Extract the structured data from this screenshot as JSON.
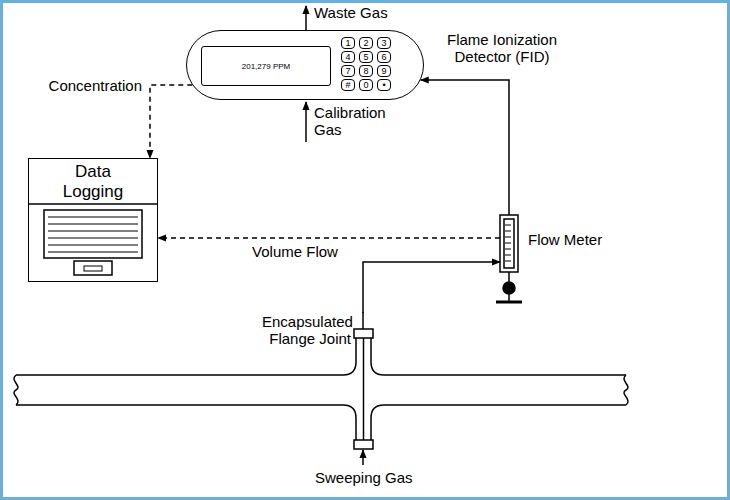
{
  "diagram": {
    "nodes": [
      {
        "text": [
          "201,279 PPM",
          "Flame Ionization Detector (FID)",
          "1",
          "2",
          "3",
          "4",
          "5",
          "6",
          "7",
          "8",
          "9",
          "#",
          "0",
          "•"
        ]
      },
      {
        "text": [
          "Data Logging"
        ]
      },
      {
        "text": [
          "Flow Meter"
        ]
      },
      {
        "text": [
          "Encapsulated Flange Joint"
        ]
      }
    ],
    "edges": [
      {
        "from": 0,
        "to": 1,
        "label": "Concentration",
        "arrow": "to"
      },
      {
        "from": 2,
        "to": 1,
        "label": "Volume Flow",
        "arrow": "to"
      },
      {
        "from": 3,
        "to": 2,
        "arrow": "to"
      },
      {
        "from": 2,
        "to": 0,
        "arrow": "to"
      }
    ],
    "labels": [
      "Waste Gas",
      "Calibration Gas",
      "Sweeping Gas"
    ]
  }
}
